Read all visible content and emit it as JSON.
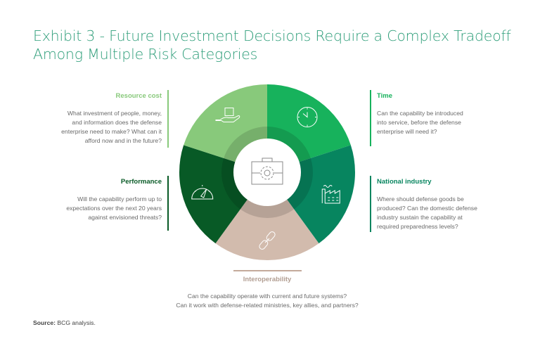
{
  "title": {
    "line1": "Exhibit 3 - Future Investment Decisions Require a Complex Tradeoff",
    "line2": "Among Multiple Risk Categories"
  },
  "colors": {
    "time": "#17b25c",
    "national": "#07855f",
    "interop": "#d2bbad",
    "performance": "#085a26",
    "resource": "#88c97b",
    "title": "#2f9e7a"
  },
  "center_icon": "toolbox-gear-icon",
  "categories": {
    "resource": {
      "label": "Resource cost",
      "icon": "hand-money-icon",
      "lines": [
        "What investment of people, money,",
        "and information does the defense",
        "enterprise need to make? What can it",
        "afford now and in the future?"
      ]
    },
    "time": {
      "label": "Time",
      "icon": "clock-icon",
      "lines": [
        "Can the capability be introduced",
        "into service, before the defense",
        "enterprise will need it?"
      ]
    },
    "performance": {
      "label": "Performance",
      "icon": "speedometer-icon",
      "lines": [
        "Will the capability perform up to",
        "expectations over the next 20 years",
        "against envisioned threats?"
      ]
    },
    "national": {
      "label": "National industry",
      "icon": "factory-icon",
      "lines": [
        "Where should defense goods be",
        "produced? Can the domestic defense",
        "industry sustain the capability at",
        "required preparedness levels?"
      ]
    },
    "interop": {
      "label": "Interoperability",
      "icon": "chain-link-icon",
      "lines": [
        "Can the capability operate with current and future systems?",
        "Can it work with defense-related ministries, key allies, and partners?"
      ]
    }
  },
  "source": {
    "label": "Source:",
    "text": " BCG analysis."
  }
}
